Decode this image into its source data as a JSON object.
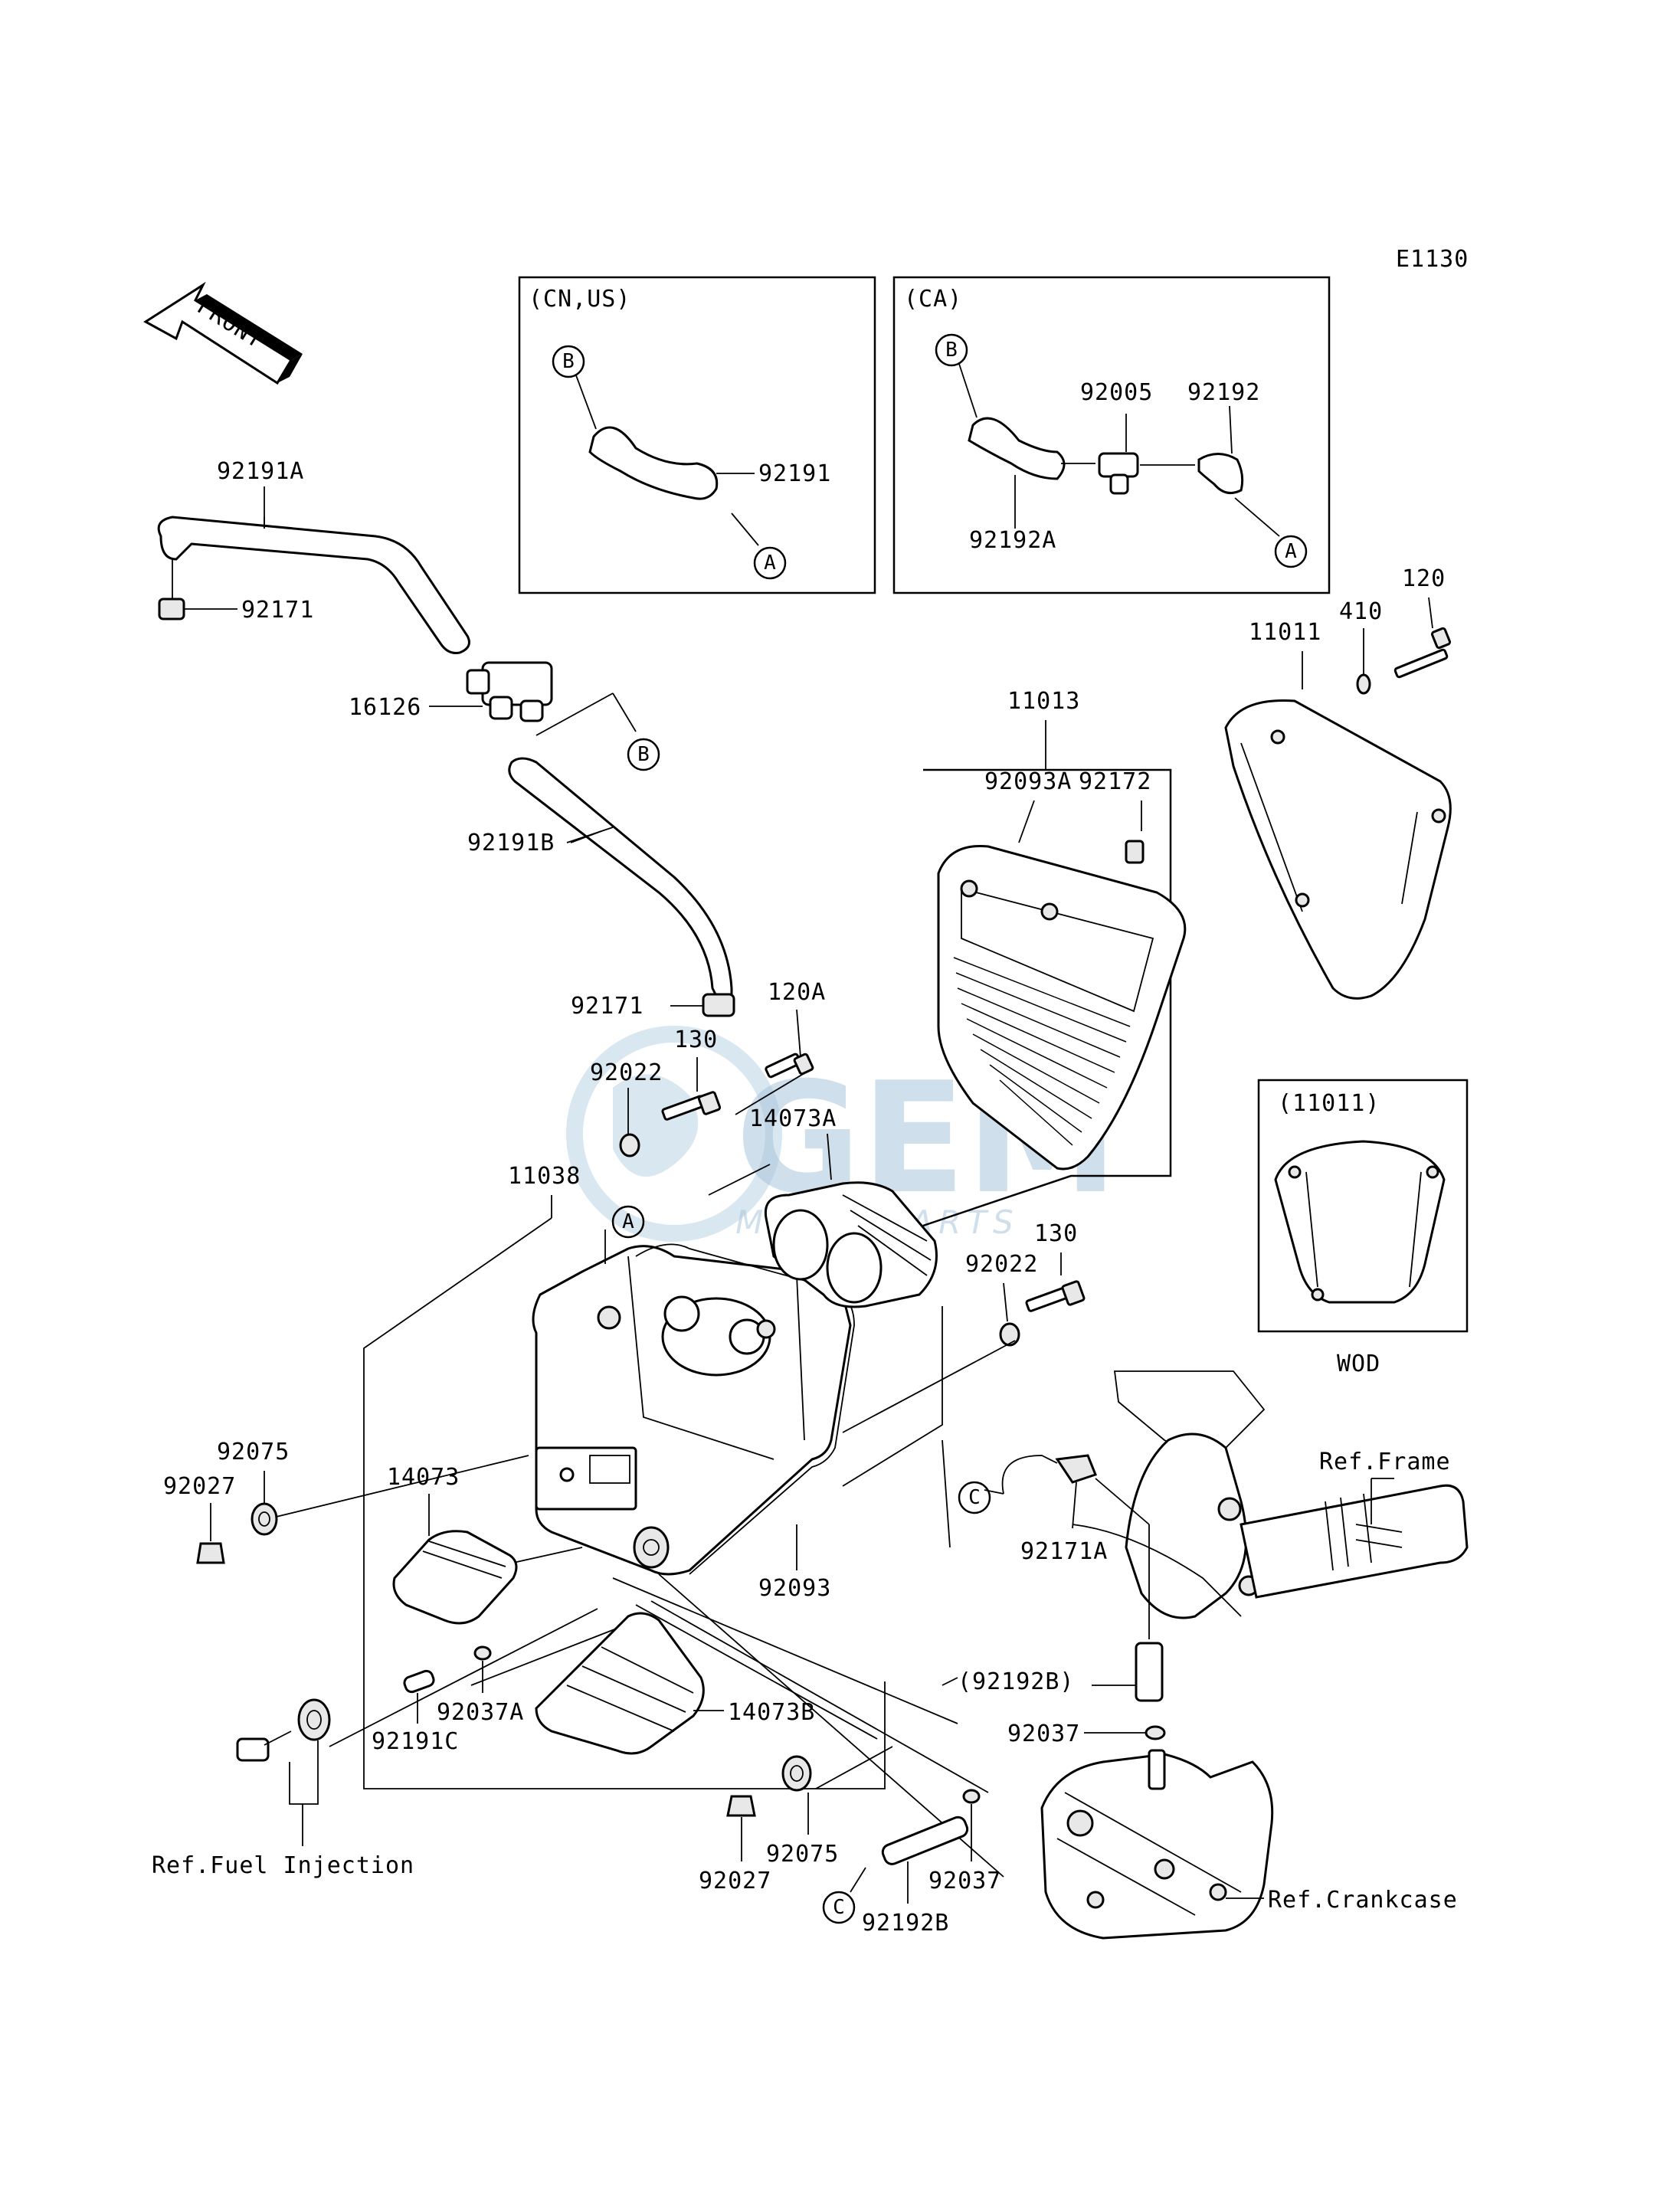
{
  "diagram_code": "E1130",
  "front_label": "FRONT",
  "variants": {
    "cn_us": {
      "title": "(CN,US)",
      "hose": "92191"
    },
    "ca": {
      "title": "(CA)",
      "fitting": "92005",
      "hose_a": "92192",
      "hose_b": "92192A"
    },
    "wod": {
      "title": "(11011)",
      "caption": "WOD"
    }
  },
  "connectors": {
    "a": "A",
    "b": "B",
    "c": "C"
  },
  "parts": {
    "p92191A": "92191A",
    "p92171_top": "92171",
    "p16126": "16126",
    "p92191B": "92191B",
    "p92171_mid": "92171",
    "p120A": "120A",
    "p130_left": "130",
    "p92022_left": "92022",
    "p11038": "11038",
    "p14073A": "14073A",
    "p11013": "11013",
    "p92093A": "92093A",
    "p92172": "92172",
    "p11011": "11011",
    "p410": "410",
    "p120": "120",
    "p130_right": "130",
    "p92022_right": "92022",
    "p92075_left": "92075",
    "p92027_left": "92027",
    "p14073": "14073",
    "p92093": "92093",
    "p92171A": "92171A",
    "p92192B_paren": "(92192B)",
    "p92037_right": "92037",
    "p92037A": "92037A",
    "p14073B": "14073B",
    "p92191C": "92191C",
    "p92027_bottom": "92027",
    "p92075_bottom": "92075",
    "p92037_bottom": "92037",
    "p92192B": "92192B"
  },
  "references": {
    "frame": "Ref.Frame",
    "fuel_injection": "Ref.Fuel Injection",
    "crankcase": "Ref.Crankcase"
  },
  "watermark": {
    "brand": "GEM",
    "sub": "MOTORPARTS"
  }
}
